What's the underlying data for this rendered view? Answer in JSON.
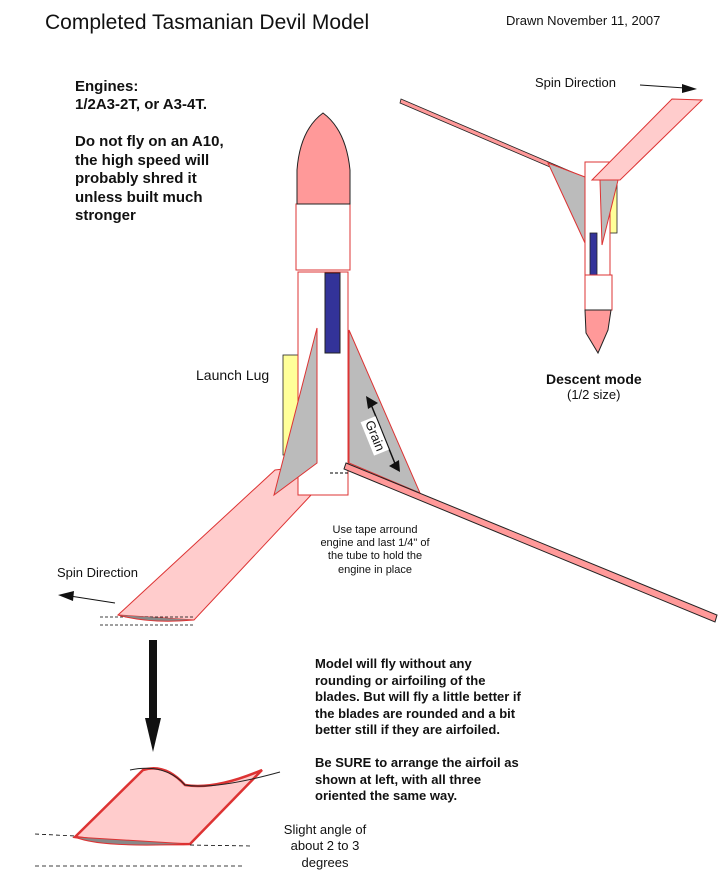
{
  "title": "Completed Tasmanian Devil Model",
  "date": "Drawn November 11, 2007",
  "engines_note": "Engines:\n1/2A3-2T, or A3-4T.\n\nDo not fly on an A10,\nthe high speed will\nprobably shred it\nunless built much\nstronger",
  "spin_direction_top": "Spin Direction",
  "spin_direction_left": "Spin Direction",
  "launch_lug": "Launch Lug",
  "grain": "Grain",
  "descent_title": "Descent  mode",
  "descent_sub": "(1/2 size)",
  "tape_note": "Use  tape arround\nengine  and  last 1/4\" of\nthe tube to  hold the\nengine in place",
  "airfoil_note": "Model will fly without any\nrounding or airfoiling of the\nblades. But will fly a little better if\nthe blades are rounded and a bit\nbetter still if they are airfoiled.\n\nBe SURE to arrange the airfoil as\nshown at left, with all three\noriented the same way.",
  "angle_note": "Slight angle of\nabout 2 to 3\ndegrees",
  "colors": {
    "nose": "#ff9999",
    "blade": "#ffcccc",
    "fin": "#bbbbbb",
    "motor": "#333399",
    "lug": "#ffff99",
    "outline": "#dd3333"
  }
}
